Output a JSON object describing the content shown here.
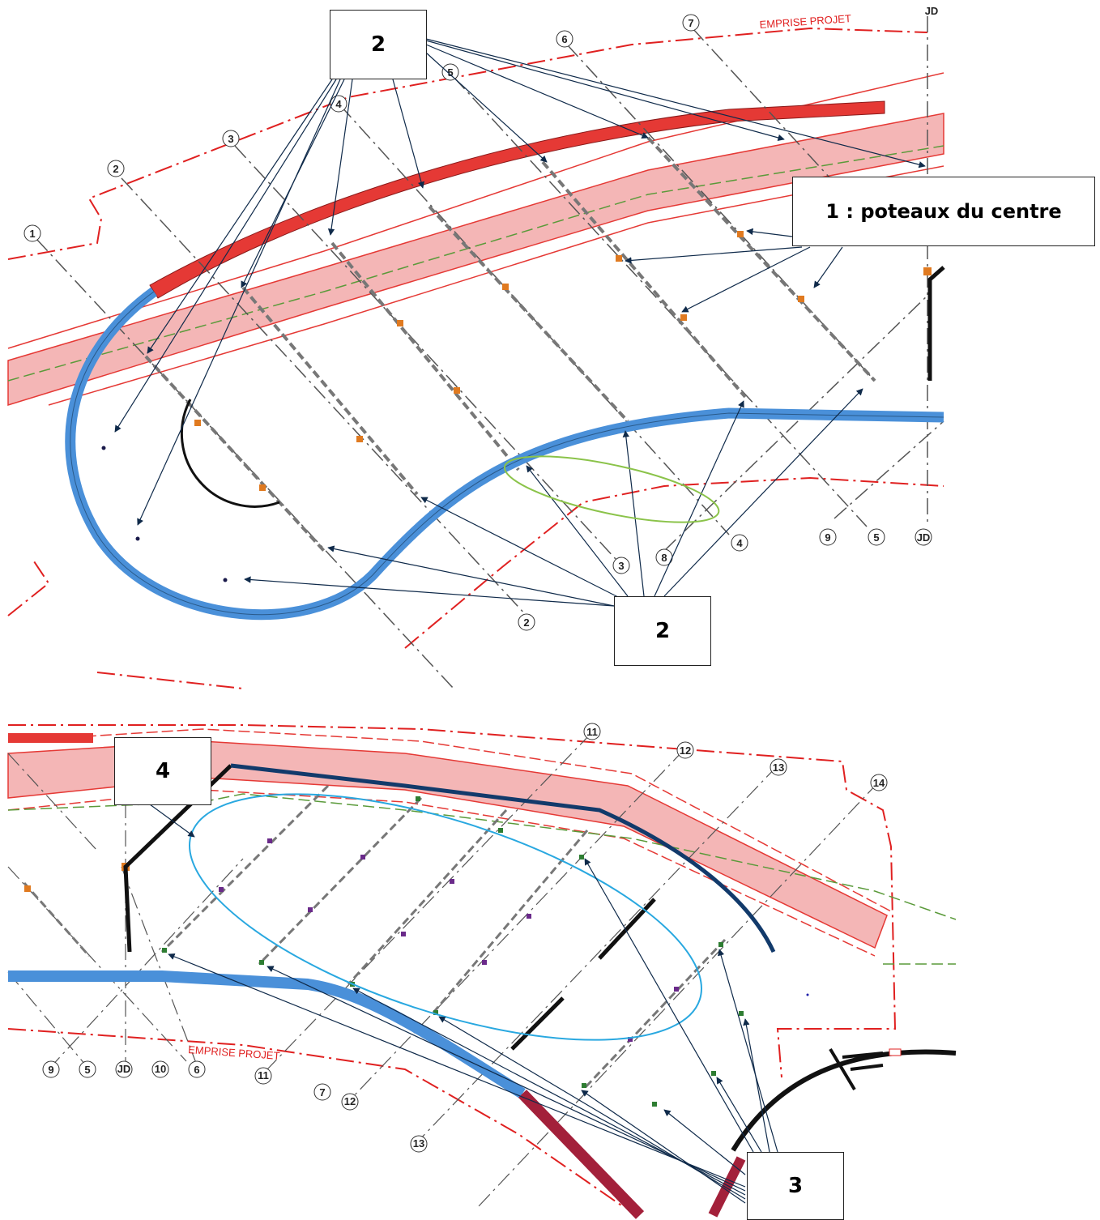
{
  "callouts": {
    "top_2": "2",
    "top_1": "1 : poteaux du centre",
    "mid_2": "2",
    "bottom_4": "4",
    "bottom_3": "3"
  },
  "top_plan": {
    "emprise_label": "EMPRISE PROJET",
    "axis_labels_top": [
      "1",
      "2",
      "3",
      "4",
      "5",
      "6",
      "7",
      "JD"
    ],
    "axis_labels_bottom": [
      "2",
      "3",
      "8",
      "4",
      "9",
      "5",
      "JD"
    ]
  },
  "bottom_plan": {
    "emprise_label": "EMPRISE PROJET",
    "axis_labels_top": [
      "11",
      "12",
      "13",
      "14"
    ],
    "axis_labels_bottom": [
      "9",
      "5",
      "JD",
      "10",
      "6",
      "11",
      "7",
      "12",
      "13"
    ]
  },
  "colors": {
    "red_band": "#e53935",
    "pink_band": "#f4b6b6",
    "blue_band": "#4a90d9",
    "navy_line": "#123a6b",
    "maroon_band": "#a3203a",
    "emprise_red": "#e02020",
    "green_dash": "#5a9a3a",
    "green_ellipse": "#8bc34a",
    "cyan_ellipse": "#29a8e0",
    "arrow": "#0f2a4a"
  }
}
